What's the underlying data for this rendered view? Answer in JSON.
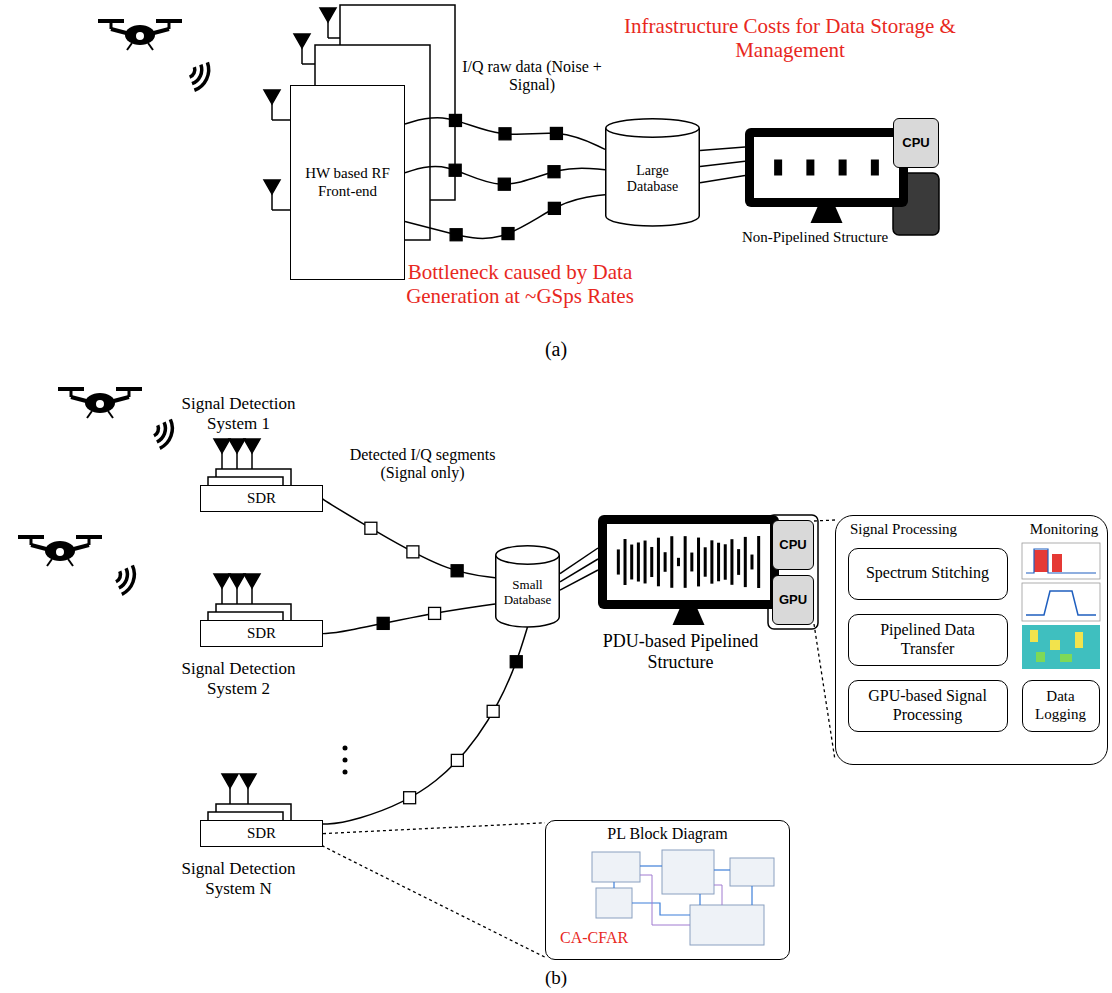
{
  "diagram": {
    "nodes": [
      {
        "text": [
          "HW based RF Front-end"
        ]
      },
      {
        "text": [
          "Large Database"
        ]
      },
      {
        "text": [
          "Non-Pipelined Structure"
        ]
      },
      {
        "text": [
          "CPU"
        ]
      },
      {
        "text": [
          "Signal Detection System 1",
          "SDR"
        ]
      },
      {
        "text": [
          "SDR",
          "Signal Detection System 2"
        ]
      },
      {
        "text": [
          "SDR",
          "Signal Detection System N"
        ]
      },
      {
        "text": [
          "Small Database"
        ]
      },
      {
        "text": [
          "PDU-based Pipelined Structure"
        ]
      },
      {
        "text": [
          "CPU"
        ]
      },
      {
        "text": [
          "GPU"
        ]
      },
      {
        "text": [
          "Signal Processing",
          "Monitoring"
        ]
      },
      {
        "text": [
          "Spectrum Stitching"
        ],
        "in": 11
      },
      {
        "text": [
          "Pipelined Data Transfer"
        ],
        "in": 11
      },
      {
        "text": [
          "GPU-based Signal Processing"
        ],
        "in": 11
      },
      {
        "text": [
          "Data Logging"
        ],
        "in": 11
      },
      {
        "text": [
          "PL Block Diagram",
          "CA-CFAR"
        ]
      }
    ],
    "edges": [
      {
        "from": 0,
        "to": 1,
        "arrow": "none"
      },
      {
        "from": 0,
        "to": 1,
        "arrow": "none"
      },
      {
        "from": 0,
        "to": 1,
        "arrow": "none"
      },
      {
        "from": 1,
        "to": 2,
        "arrow": "none"
      },
      {
        "from": 1,
        "to": 2,
        "arrow": "none"
      },
      {
        "from": 1,
        "to": 2,
        "arrow": "none"
      },
      {
        "from": 4,
        "to": 7,
        "arrow": "none"
      },
      {
        "from": 5,
        "to": 7,
        "arrow": "none"
      },
      {
        "from": 6,
        "to": 7,
        "arrow": "none"
      },
      {
        "from": 7,
        "to": 8,
        "arrow": "none"
      },
      {
        "from": 7,
        "to": 8,
        "arrow": "none"
      },
      {
        "from": 7,
        "to": 8,
        "arrow": "none"
      },
      {
        "from": 9,
        "to": 11,
        "arrow": "none"
      },
      {
        "from": 10,
        "to": 11,
        "arrow": "none"
      },
      {
        "from": 6,
        "to": 16,
        "arrow": "none"
      },
      {
        "from": 6,
        "to": 16,
        "arrow": "none"
      }
    ],
    "labels": [
      "I/Q raw data (Noise + Signal)",
      "Infrastructure Costs for Data Storage & Management",
      "Bottleneck caused by Data Generation at ~GSps Rates",
      "(a)",
      "Detected I/Q segments (Signal only)",
      "(b)"
    ]
  }
}
